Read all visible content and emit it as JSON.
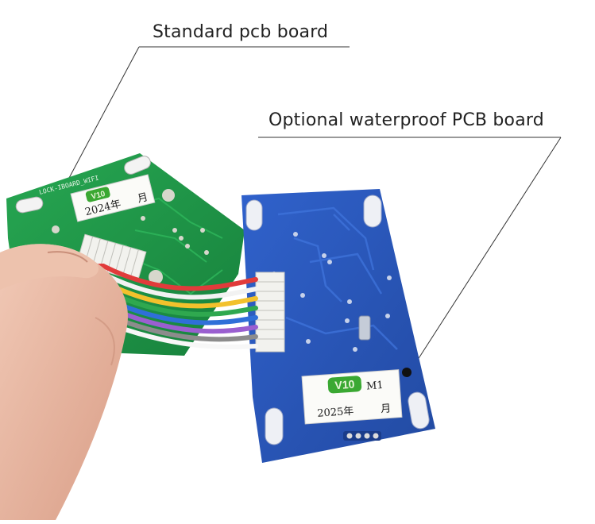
{
  "callouts": {
    "standard": "Standard pcb board",
    "waterproof": "Optional waterproof PCB board"
  },
  "green_board": {
    "version_badge": "V10",
    "date_label": "2024年",
    "month_label": "月",
    "silkscreen": "LOCK-IBOARD_WIFI"
  },
  "blue_board": {
    "version_badge": "V10",
    "model_suffix": "M1",
    "date_label": "2025年",
    "month_label": "月"
  },
  "colors": {
    "green_pcb": "#1f9a4a",
    "blue_pcb": "#1d4fb8",
    "connector": "#f2f2ee",
    "badge_green": "#3aa832",
    "skin": "#e9b9a3"
  }
}
